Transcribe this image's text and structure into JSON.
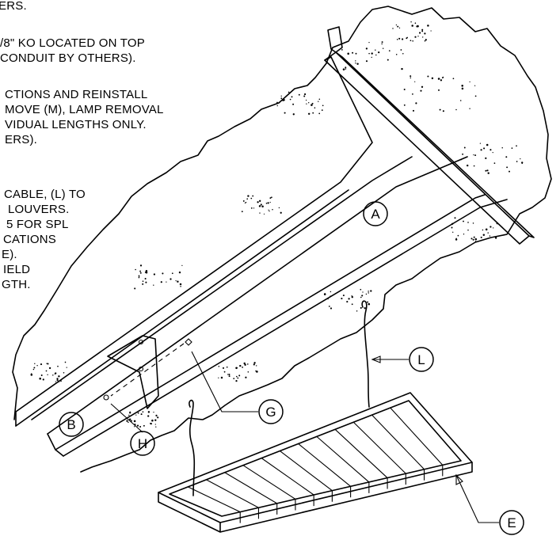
{
  "notes": [
    {
      "lines": [
        "ERS."
      ]
    },
    {
      "lines": [
        "/8\" KO LOCATED ON TOP",
        "CONDUIT BY OTHERS)."
      ]
    },
    {
      "lines": [
        "CTIONS AND REINSTALL",
        "MOVE (M), LAMP REMOVAL",
        "VIDUAL LENGTHS ONLY.",
        "ERS)."
      ]
    },
    {
      "lines": [
        "CABLE, (L) TO",
        "LOUVERS.",
        "5 FOR SPL",
        "CATIONS",
        "E).",
        "IELD",
        "GTH."
      ]
    }
  ],
  "callouts": {
    "A": "A",
    "B": "B",
    "G": "G",
    "H": "H",
    "L": "L",
    "E": "E"
  }
}
